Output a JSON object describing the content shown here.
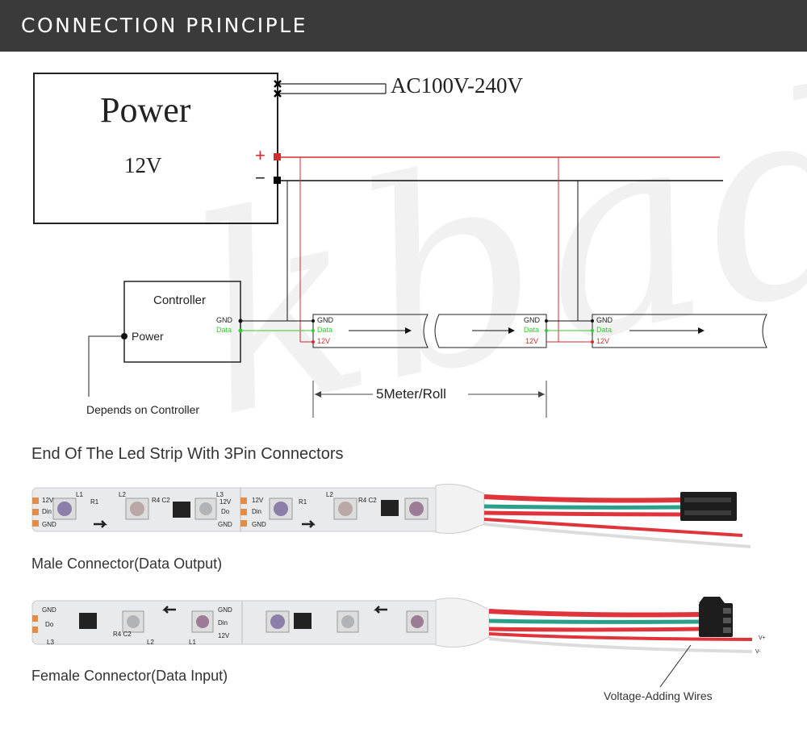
{
  "header": {
    "title": "CONNECTION PRINCIPLE"
  },
  "power": {
    "title": "Power",
    "voltage": "12V",
    "ac_input": "AC100V-240V",
    "plus": "+",
    "minus": "−"
  },
  "controller": {
    "title": "Controller",
    "gnd": "GND",
    "data": "Data",
    "power": "Power",
    "depends": "Depends on Controller"
  },
  "strip_pins": {
    "gnd": "GND",
    "data": "Data",
    "v12": "12V"
  },
  "roll_length": "5Meter/Roll",
  "sections": {
    "end_title": "End Of The Led Strip With 3Pin Connectors",
    "male": "Male Connector(Data Output)",
    "female": "Female Connector(Data Input)",
    "voltage_wires": "Voltage-Adding Wires"
  },
  "pcb": {
    "v12": "12V",
    "din": "Din",
    "do": "Do",
    "gnd": "GND",
    "l1": "L1",
    "l2": "L2",
    "l3": "L3",
    "r1": "R1",
    "r4c2": "R4 C2",
    "v_plus": "V+",
    "v_minus": "V-"
  },
  "watermark": "kbada",
  "colors": {
    "header_bg": "#3a3a3a",
    "positive": "#d42b2b",
    "negative": "#111111",
    "data": "#33c933"
  }
}
